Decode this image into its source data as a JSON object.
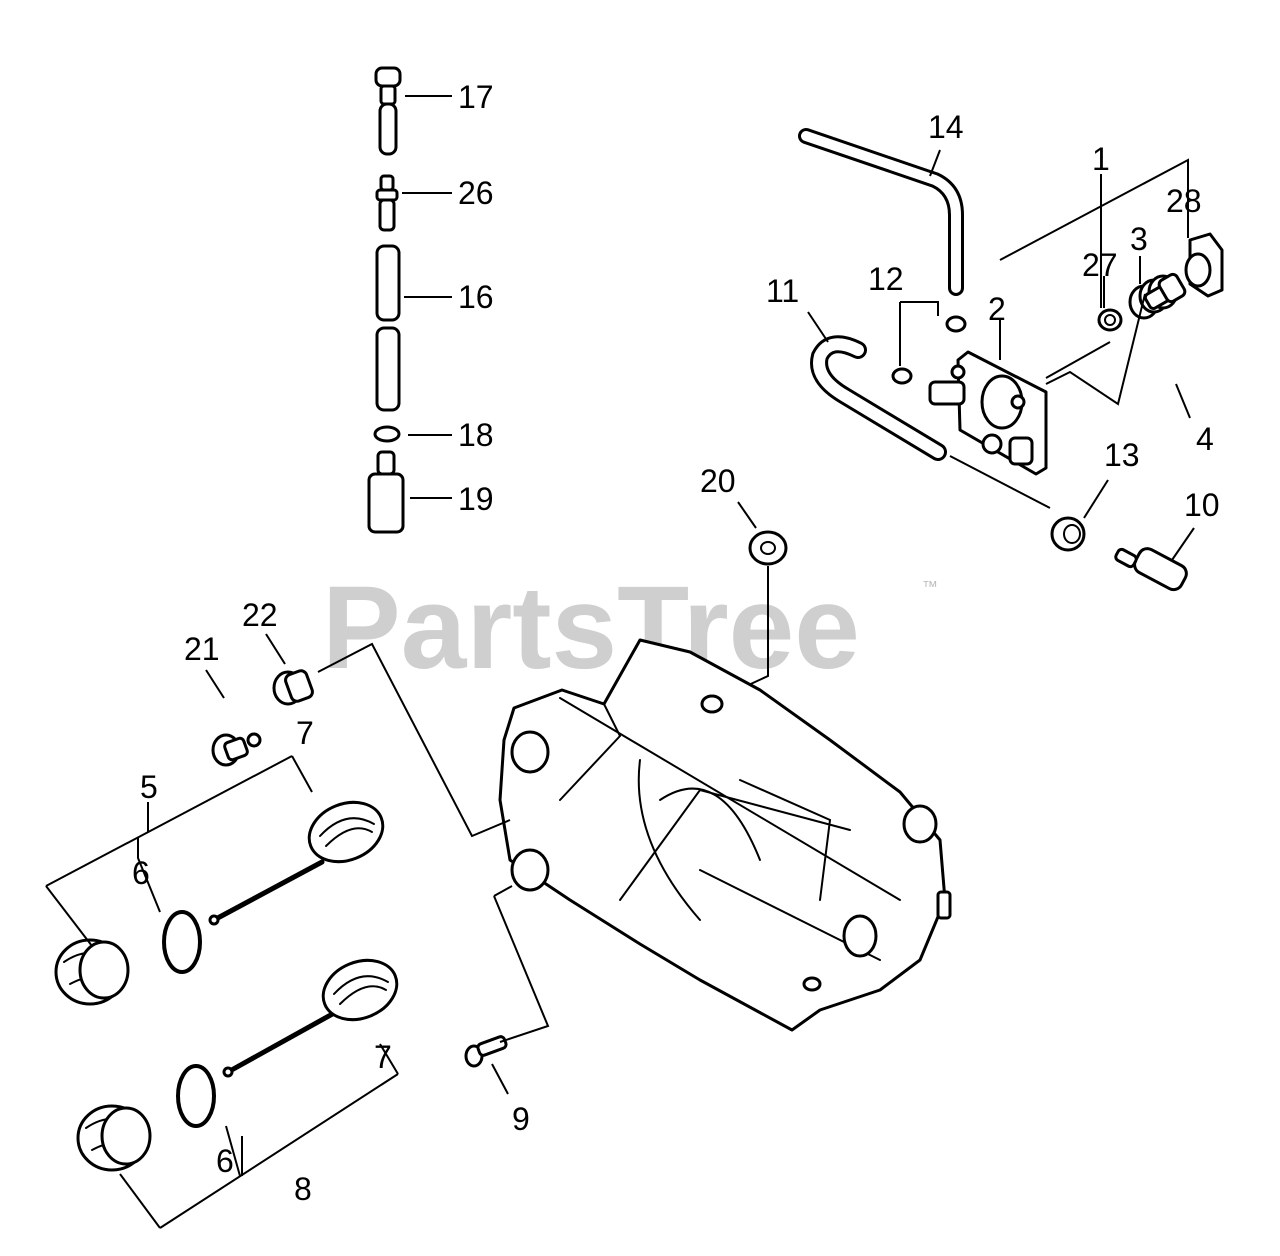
{
  "diagram": {
    "watermark": "PartsTree",
    "trademark": "™",
    "callouts": [
      "1",
      "2",
      "3",
      "4",
      "5",
      "6",
      "6",
      "7",
      "7",
      "8",
      "9",
      "10",
      "11",
      "12",
      "13",
      "14",
      "16",
      "17",
      "18",
      "19",
      "20",
      "21",
      "22",
      "26",
      "27",
      "28"
    ],
    "colors": {
      "line": "#000000",
      "watermark": "#cfcfcf",
      "background": "#ffffff"
    }
  }
}
